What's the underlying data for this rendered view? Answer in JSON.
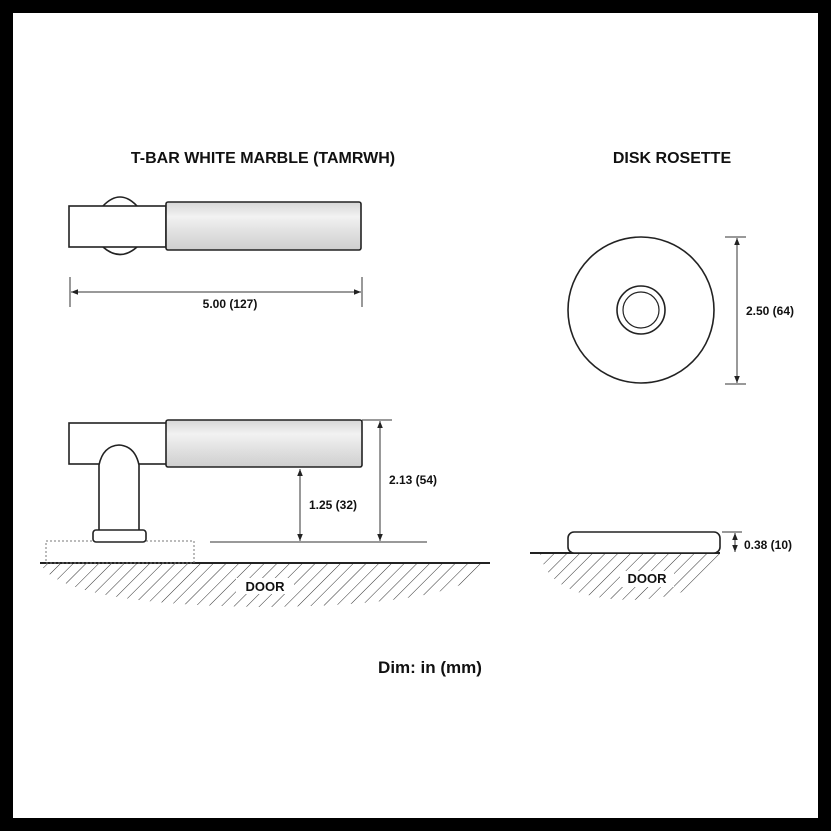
{
  "tbar": {
    "title": "T-BAR WHITE MARBLE (TAMRWH)",
    "length_dim": "5.00 (127)",
    "clearance_dim": "1.25 (32)",
    "projection_dim": "2.13 (54)",
    "door_label": "DOOR"
  },
  "rosette": {
    "title": "DISK ROSETTE",
    "diameter_dim": "2.50 (64)",
    "thickness_dim": "0.38 (10)",
    "door_label": "DOOR"
  },
  "units_note": "Dim: in (mm)",
  "colors": {
    "frame": "#000000",
    "background": "#ffffff",
    "line": "#222222",
    "marble": "#e6e6e6"
  }
}
